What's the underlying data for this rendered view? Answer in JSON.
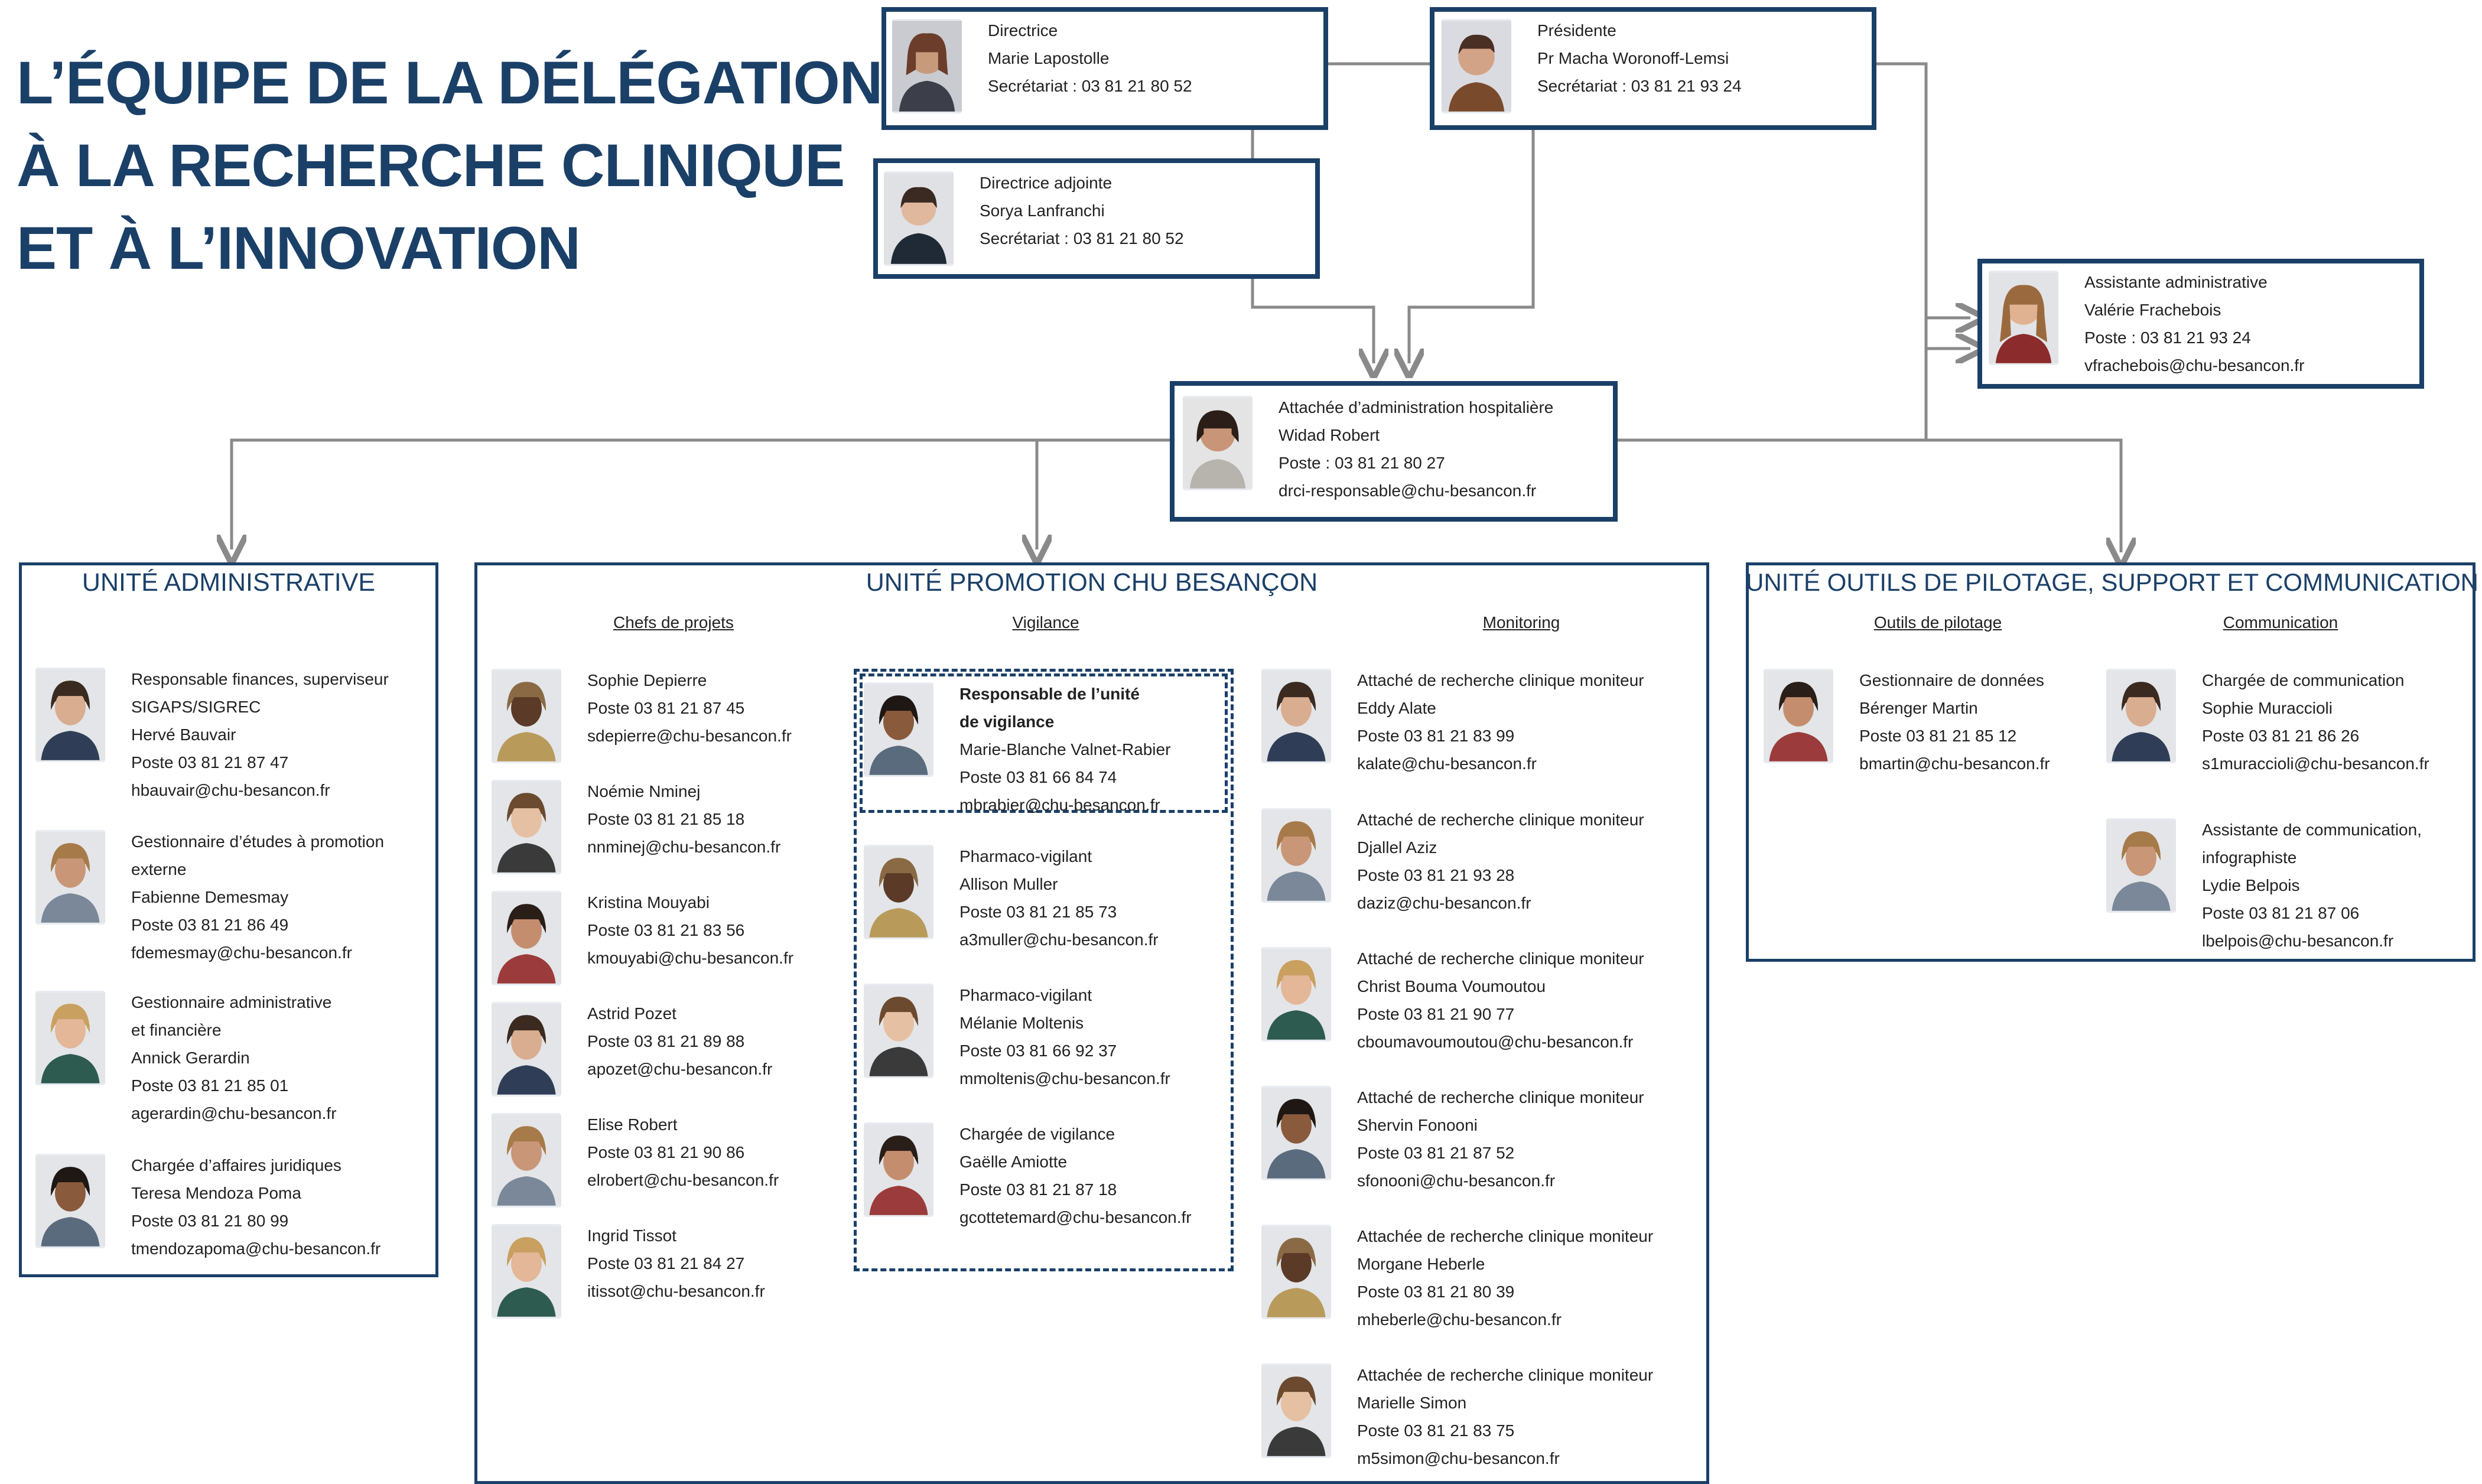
{
  "title": {
    "line1": "L’ÉQUIPE DE LA DÉLÉGATION",
    "line2": "À LA RECHERCHE CLINIQUE",
    "line3": "ET À L’INNOVATION"
  },
  "top": {
    "directrice": {
      "role": "Directrice",
      "name": "Marie Lapostolle",
      "phone": "Secrétariat : 03 81 21 80 52"
    },
    "presidente": {
      "role": "Présidente",
      "name": "Pr Macha Woronoff-Lemsi",
      "phone": "Secrétariat : 03 81 21 93 24"
    },
    "adjointe": {
      "role": "Directrice adjointe",
      "name": "Sorya Lanfranchi",
      "phone": "Secrétariat : 03 81 21 80 52"
    },
    "assistante": {
      "role": "Assistante administrative",
      "name": "Valérie Frachebois",
      "phone": "Poste : 03 81 21 93 24",
      "email": "vfrachebois@chu-besancon.fr"
    },
    "attachee": {
      "role": "Attachée d’administration hospitalière",
      "name": "Widad Robert",
      "phone": "Poste : 03 81 21 80 27",
      "email": "drci-responsable@chu-besancon.fr"
    }
  },
  "admin": {
    "title": "UNITÉ ADMINISTRATIVE",
    "people": [
      {
        "lines": [
          "Responsable finances, superviseur",
          "SIGAPS/SIGREC",
          "Hervé Bauvair",
          "Poste 03 81 21 87 47",
          "hbauvair@chu-besancon.fr"
        ]
      },
      {
        "lines": [
          "Gestionnaire d’études à promotion",
          "externe",
          "Fabienne Demesmay",
          "Poste 03 81 21 86 49",
          "fdemesmay@chu-besancon.fr"
        ]
      },
      {
        "lines": [
          "Gestionnaire administrative",
          "et financière",
          "Annick Gerardin",
          "Poste 03 81 21 85 01",
          "agerardin@chu-besancon.fr"
        ]
      },
      {
        "lines": [
          "Chargée d’affaires juridiques",
          "Teresa Mendoza Poma",
          "Poste 03 81 21 80 99",
          "tmendozapoma@chu-besancon.fr"
        ]
      }
    ]
  },
  "promo": {
    "title": "UNITÉ PROMOTION CHU BESANÇON",
    "heads": {
      "chefs": "Chefs de projets",
      "vigilance": "Vigilance",
      "monitoring": "Monitoring"
    },
    "chefs": [
      {
        "lines": [
          "Sophie Depierre",
          "Poste 03 81 21 87 45",
          "sdepierre@chu-besancon.fr"
        ]
      },
      {
        "lines": [
          "Noémie Nminej",
          "Poste 03 81 21 85 18",
          "nnminej@chu-besancon.fr"
        ]
      },
      {
        "lines": [
          "Kristina Mouyabi",
          "Poste 03 81 21 83 56",
          "kmouyabi@chu-besancon.fr"
        ]
      },
      {
        "lines": [
          "Astrid Pozet",
          "Poste 03 81 21 89 88",
          "apozet@chu-besancon.fr"
        ]
      },
      {
        "lines": [
          "Elise Robert",
          "Poste 03 81 21 90 86",
          "elrobert@chu-besancon.fr"
        ]
      },
      {
        "lines": [
          "Ingrid Tissot",
          "Poste 03 81 21 84 27",
          "itissot@chu-besancon.fr"
        ]
      }
    ],
    "vigilance": [
      {
        "lines": [
          "Responsable de l’unité",
          "de vigilance",
          "Marie-Blanche Valnet-Rabier",
          "Poste 03 81 66 84 74",
          "mbrabier@chu-besancon.fr"
        ]
      },
      {
        "lines": [
          "Pharmaco-vigilant",
          "Allison Muller",
          "Poste 03 81 21 85 73",
          "a3muller@chu-besancon.fr"
        ]
      },
      {
        "lines": [
          "Pharmaco-vigilant",
          "Mélanie Moltenis",
          "Poste 03 81 66 92 37",
          "mmoltenis@chu-besancon.fr"
        ]
      },
      {
        "lines": [
          "Chargée de vigilance",
          "Gaëlle Amiotte",
          "Poste 03 81 21 87 18",
          "gcottetemard@chu-besancon.fr"
        ]
      }
    ],
    "monitoring": [
      {
        "lines": [
          "Attaché de recherche clinique moniteur",
          "Eddy Alate",
          "Poste 03 81 21 83 99",
          "kalate@chu-besancon.fr"
        ]
      },
      {
        "lines": [
          "Attaché de recherche clinique moniteur",
          "Djallel Aziz",
          "Poste 03 81 21 93 28",
          "daziz@chu-besancon.fr"
        ]
      },
      {
        "lines": [
          "Attaché de recherche clinique moniteur",
          "Christ Bouma Voumoutou",
          "Poste 03 81 21 90 77",
          "cboumavoumoutou@chu-besancon.fr"
        ]
      },
      {
        "lines": [
          "Attaché de recherche clinique moniteur",
          "Shervin Fonooni",
          "Poste 03 81 21 87 52",
          "sfonooni@chu-besancon.fr"
        ]
      },
      {
        "lines": [
          "Attachée de recherche clinique moniteur",
          "Morgane Heberle",
          "Poste 03 81 21 80 39",
          "mheberle@chu-besancon.fr"
        ]
      },
      {
        "lines": [
          "Attachée de recherche clinique moniteur",
          "Marielle Simon",
          "Poste 03 81 21 83 75",
          "m5simon@chu-besancon.fr"
        ]
      }
    ]
  },
  "outils": {
    "title": "UNITÉ OUTILS DE PILOTAGE, SUPPORT ET COMMUNICATION",
    "heads": {
      "pilotage": "Outils de pilotage",
      "communication": "Communication"
    },
    "pilotage": [
      {
        "lines": [
          "Gestionnaire de données",
          "Bérenger Martin",
          "Poste 03 81 21 85 12",
          "bmartin@chu-besancon.fr"
        ]
      }
    ],
    "communication": [
      {
        "lines": [
          "Chargée de communication",
          "Sophie Muraccioli",
          "Poste 03 81 21 86 26",
          "s1muraccioli@chu-besancon.fr"
        ]
      },
      {
        "lines": [
          "Assistante de communication,",
          "infographiste",
          "Lydie Belpois",
          "Poste 03 81 21 87 06",
          "lbelpois@chu-besancon.fr"
        ]
      }
    ]
  },
  "colors": {
    "navy": "#1b4068",
    "line": "#8a8a8a"
  }
}
